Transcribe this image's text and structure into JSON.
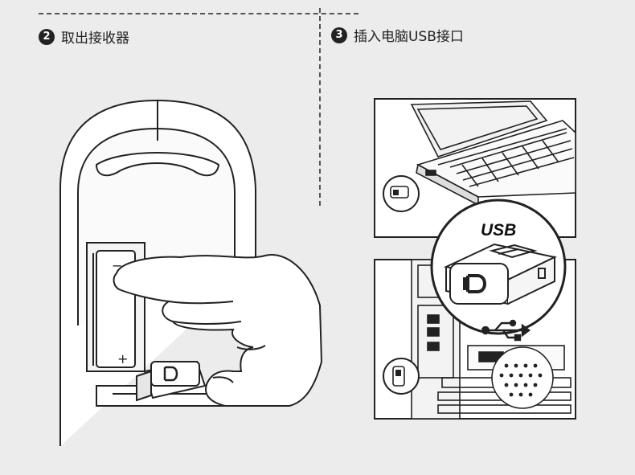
{
  "steps": [
    {
      "number": "2",
      "label": "取出接收器"
    },
    {
      "number": "3",
      "label": "插入电脑USB接口"
    }
  ],
  "callout": {
    "title": "USB",
    "symbol": "usb-trident-symbol"
  },
  "colors": {
    "background": "#ececec",
    "ink": "#222222",
    "panel": "#ffffff"
  }
}
